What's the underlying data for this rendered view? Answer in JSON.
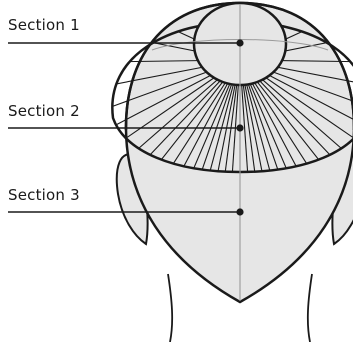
{
  "diagram": {
    "sections": [
      {
        "label": "Section 1"
      },
      {
        "label": "Section 2"
      },
      {
        "label": "Section 3"
      }
    ]
  }
}
